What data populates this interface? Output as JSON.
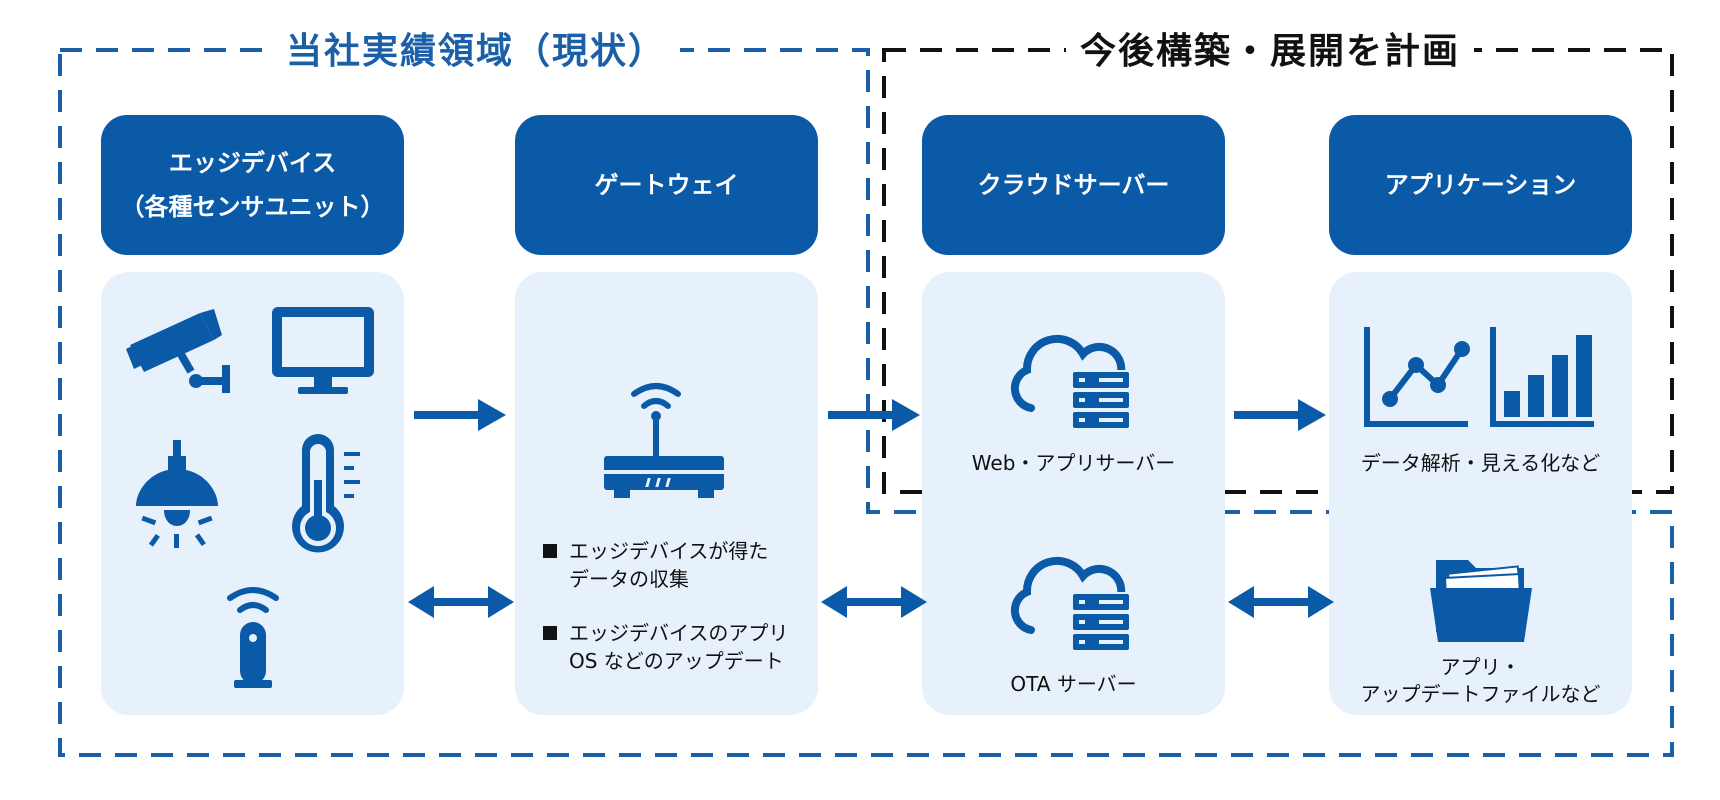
{
  "regions": {
    "current": {
      "title": "当社実績領域（現状）",
      "color": "#1a5fa8"
    },
    "planned": {
      "title": "今後構築・展開を計画",
      "color": "#111111"
    }
  },
  "columns": [
    {
      "header_lines": [
        "エッジデバイス",
        "（各種センサユニット）"
      ]
    },
    {
      "header_lines": [
        "ゲートウェイ"
      ]
    },
    {
      "header_lines": [
        "クラウドサーバー"
      ]
    },
    {
      "header_lines": [
        "アプリケーション"
      ]
    }
  ],
  "gateway": {
    "bullets": [
      "エッジデバイスが得た\nデータの収集",
      "エッジデバイスのアプリ\nOS などのアップデート"
    ]
  },
  "cloud": {
    "web_label": "Web・アプリサーバー",
    "ota_label": "OTA サーバー"
  },
  "application": {
    "analysis_label": "データ解析・見える化など",
    "files_label_1": "アプリ・",
    "files_label_2": "アップデートファイルなど"
  },
  "icons": {
    "edge": [
      "security-camera-icon",
      "monitor-icon",
      "ceiling-lamp-icon",
      "thermometer-icon",
      "wireless-sensor-icon"
    ],
    "gateway": "router-icon",
    "cloud": "cloud-server-icon",
    "app": [
      "line-chart-icon",
      "bar-chart-icon",
      "folder-icon"
    ]
  },
  "colors": {
    "primary": "#0a5aa8",
    "panel": "#e6f1fb",
    "dashed_blue": "#1a5fa8",
    "dashed_black": "#111111"
  }
}
